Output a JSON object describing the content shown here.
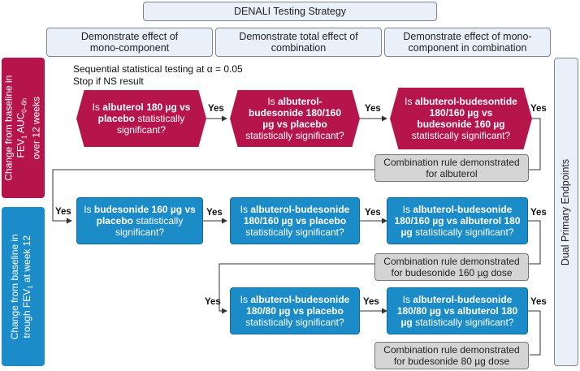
{
  "title": "DENALI Testing Strategy",
  "columns": [
    {
      "line1": "Demonstrate effect of",
      "line2": "mono-component"
    },
    {
      "line1": "Demonstrate total effect of",
      "line2": "combination"
    },
    {
      "line1": "Demonstrate effect of mono-",
      "line2": "component in combination"
    }
  ],
  "left_labels": {
    "top": {
      "l1": "Change from baseline in",
      "l2a": "FEV",
      "l2b": "1",
      "l2c": " AUC",
      "l2d": "0–6h",
      "l3": "over 12 weeks"
    },
    "bottom": {
      "l1": "Change from baseline in",
      "l2a": "trough FEV",
      "l2b": "1",
      "l2c": " at week 12"
    }
  },
  "right_label": "Dual Primary Endpoints",
  "notes": {
    "line1": "Sequential statistical testing at α = 0.05",
    "line2": "Stop if NS result"
  },
  "row1": [
    {
      "pre": "Is ",
      "b1": "albuterol 180 µg vs placebo",
      "post": " statistically significant?"
    },
    {
      "pre": "Is ",
      "b1": "albuterol-budesonide 180/160 µg vs placebo",
      "post": " statistically significant?"
    },
    {
      "pre": "Is ",
      "b1": "albuterol-budesontide 180/160 µg vs budesonide 160 µg",
      "post": " statistically significant?"
    }
  ],
  "row2": [
    {
      "pre": "Is ",
      "b1": "budesonide 160 µg vs placebo",
      "post": " statistically significant?"
    },
    {
      "pre": "Is ",
      "b1": "albuterol-budesonide 180/160 µg vs placebo",
      "post": " statistically significant?"
    },
    {
      "pre": "Is ",
      "b1": "albuterol-budesonide 180/160 µg vs albuterol 180 µg",
      "post": " statistically significant?"
    }
  ],
  "row3": [
    {
      "pre": "Is ",
      "b1": "albuterol-budesonide 180/80 µg vs placebo",
      "post": " statistically significant?"
    },
    {
      "pre": "Is ",
      "b1": "albuterol-budesonide 180/80 µg vs albuterol 180 µg",
      "post": " statistically significant?"
    }
  ],
  "rules": [
    {
      "line1": "Combination rule demonstrated",
      "line2": "for albuterol"
    },
    {
      "line1": "Combination rule demonstrated",
      "line2": "for budesonide 160 µg dose"
    },
    {
      "line1": "Combination rule demonstrated",
      "line2": "for budesonide 80 µg dose"
    }
  ],
  "yes": "Yes",
  "colors": {
    "magenta": "#b5154b",
    "blue": "#1b8cc8",
    "grey": "#d4d4d4",
    "light_blue": "#e9f0f9"
  }
}
